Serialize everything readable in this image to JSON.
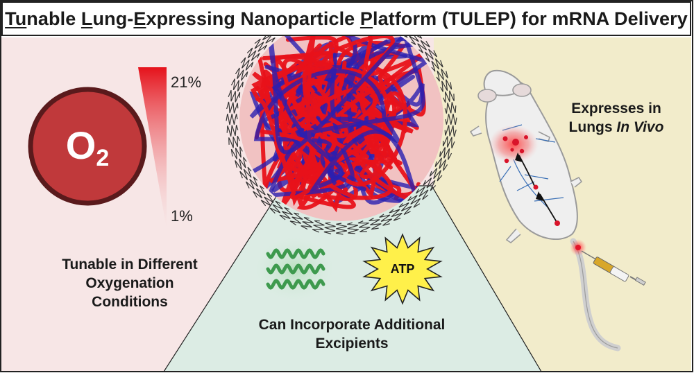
{
  "title": {
    "parts": [
      {
        "text": "Tu",
        "u": true
      },
      {
        "text": "nable ",
        "u": false
      },
      {
        "text": "L",
        "u": true
      },
      {
        "text": "ung-",
        "u": false
      },
      {
        "text": "E",
        "u": true
      },
      {
        "text": "xpressing Nanoparticle ",
        "u": false
      },
      {
        "text": "P",
        "u": true
      },
      {
        "text": "latform (TULEP) for mRNA Delivery",
        "u": false
      }
    ]
  },
  "oxygen": {
    "symbol": "O",
    "subscript": "2",
    "high_label": "21%",
    "low_label": "1%",
    "caption_line1": "Tunable in Different",
    "caption_line2": "Oxygenation",
    "caption_line3": "Conditions"
  },
  "excipients": {
    "atp_label": "ATP",
    "caption_line1": "Can Incorporate Additional",
    "caption_line2": "Excipients"
  },
  "in_vivo": {
    "line1": "Expresses in",
    "line2_plain": "Lungs ",
    "line2_italic": "In Vivo"
  },
  "colors": {
    "left_panel": "#f7e6e6",
    "right_panel": "#f2eccb",
    "center_panel": "#dcece4",
    "oxygen_circle": "#c0393b",
    "polymer_red": "#e8121a",
    "polymer_blue": "#2a1fb0"
  }
}
